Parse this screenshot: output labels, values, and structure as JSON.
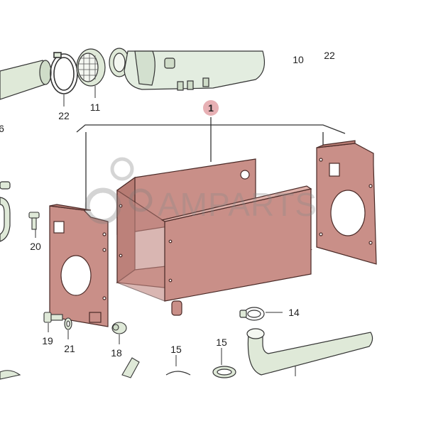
{
  "diagram": {
    "callouts": {
      "main": "1",
      "c10": "10",
      "c22_top": "22",
      "c22_left": "22",
      "c11": "11",
      "c6": "6",
      "c20": "20",
      "c19": "19",
      "c21": "21",
      "c18": "18",
      "c15_a": "15",
      "c15_b": "15",
      "c14": "14"
    },
    "watermark": "AMPARTS",
    "colors": {
      "panel": "#c98f88",
      "panel_dark": "#b77b73",
      "panel_outline": "#4a2a27",
      "heater_body": "#e3ede0",
      "hose": "#dfe9d8",
      "callout_circle": "#e7b0b4"
    }
  }
}
